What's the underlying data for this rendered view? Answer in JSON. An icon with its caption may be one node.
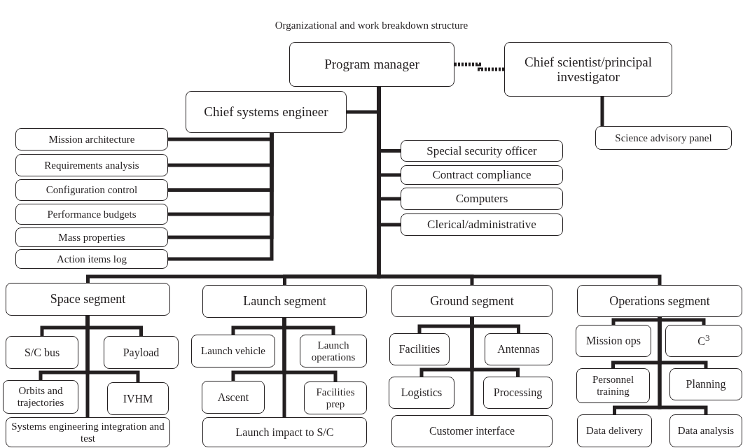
{
  "diagram": {
    "title": "Organizational and work breakdown structure",
    "nodes": [
      {
        "text": [
          "Program manager"
        ]
      },
      {
        "text": [
          "Chief scientist/principal investigator"
        ]
      },
      {
        "text": [
          "Chief systems engineer"
        ]
      },
      {
        "text": [
          "Science advisory panel"
        ]
      },
      {
        "text": [
          "Mission architecture"
        ]
      },
      {
        "text": [
          "Requirements analysis"
        ]
      },
      {
        "text": [
          "Configuration control"
        ]
      },
      {
        "text": [
          "Performance budgets"
        ]
      },
      {
        "text": [
          "Mass properties"
        ]
      },
      {
        "text": [
          "Action items log"
        ]
      },
      {
        "text": [
          "Special security officer"
        ]
      },
      {
        "text": [
          "Contract compliance"
        ]
      },
      {
        "text": [
          "Computers"
        ]
      },
      {
        "text": [
          "Clerical/administrative"
        ]
      },
      {
        "text": [
          "Space segment"
        ]
      },
      {
        "text": [
          "S/C bus"
        ]
      },
      {
        "text": [
          "Payload"
        ]
      },
      {
        "text": [
          "Orbits and trajectories"
        ]
      },
      {
        "text": [
          "IVHM"
        ]
      },
      {
        "text": [
          "Systems engineering integration and test"
        ]
      },
      {
        "text": [
          "Launch segment"
        ]
      },
      {
        "text": [
          "Launch vehicle"
        ]
      },
      {
        "text": [
          "Launch operations"
        ]
      },
      {
        "text": [
          "Ascent"
        ]
      },
      {
        "text": [
          "Facilities prep"
        ]
      },
      {
        "text": [
          "Launch impact to S/C"
        ]
      },
      {
        "text": [
          "Ground segment"
        ]
      },
      {
        "text": [
          "Facilities"
        ]
      },
      {
        "text": [
          "Antennas"
        ]
      },
      {
        "text": [
          "Logistics"
        ]
      },
      {
        "text": [
          "Processing"
        ]
      },
      {
        "text": [
          "Customer interface"
        ]
      },
      {
        "text": [
          "Operations segment"
        ]
      },
      {
        "text": [
          "Mission ops"
        ]
      },
      {
        "text": [
          "C$^{3}$"
        ]
      },
      {
        "text": [
          "Personnel training"
        ]
      },
      {
        "text": [
          "Planning"
        ]
      },
      {
        "text": [
          "Data delivery"
        ]
      },
      {
        "text": [
          "Data analysis"
        ]
      }
    ],
    "edges": [
      {
        "from": 0,
        "to": 1,
        "arrow": "none",
        "style": "dashed"
      },
      {
        "from": 0,
        "to": 2,
        "arrow": "none"
      },
      {
        "from": 0,
        "to": 10,
        "arrow": "none"
      },
      {
        "from": 0,
        "to": 11,
        "arrow": "none"
      },
      {
        "from": 0,
        "to": 12,
        "arrow": "none"
      },
      {
        "from": 0,
        "to": 13,
        "arrow": "none"
      },
      {
        "from": 0,
        "to": 14,
        "arrow": "none"
      },
      {
        "from": 0,
        "to": 20,
        "arrow": "none"
      },
      {
        "from": 0,
        "to": 26,
        "arrow": "none"
      },
      {
        "from": 0,
        "to": 32,
        "arrow": "none"
      },
      {
        "from": 1,
        "to": 3,
        "arrow": "none"
      },
      {
        "from": 2,
        "to": 4,
        "arrow": "none"
      },
      {
        "from": 2,
        "to": 5,
        "arrow": "none"
      },
      {
        "from": 2,
        "to": 6,
        "arrow": "none"
      },
      {
        "from": 2,
        "to": 7,
        "arrow": "none"
      },
      {
        "from": 2,
        "to": 8,
        "arrow": "none"
      },
      {
        "from": 2,
        "to": 9,
        "arrow": "none"
      },
      {
        "from": 14,
        "to": 15,
        "arrow": "none"
      },
      {
        "from": 14,
        "to": 16,
        "arrow": "none"
      },
      {
        "from": 14,
        "to": 17,
        "arrow": "none"
      },
      {
        "from": 14,
        "to": 18,
        "arrow": "none"
      },
      {
        "from": 14,
        "to": 19,
        "arrow": "none"
      },
      {
        "from": 20,
        "to": 21,
        "arrow": "none"
      },
      {
        "from": 20,
        "to": 22,
        "arrow": "none"
      },
      {
        "from": 20,
        "to": 23,
        "arrow": "none"
      },
      {
        "from": 20,
        "to": 24,
        "arrow": "none"
      },
      {
        "from": 20,
        "to": 25,
        "arrow": "none"
      },
      {
        "from": 26,
        "to": 27,
        "arrow": "none"
      },
      {
        "from": 26,
        "to": 28,
        "arrow": "none"
      },
      {
        "from": 26,
        "to": 29,
        "arrow": "none"
      },
      {
        "from": 26,
        "to": 30,
        "arrow": "none"
      },
      {
        "from": 26,
        "to": 31,
        "arrow": "none"
      },
      {
        "from": 32,
        "to": 33,
        "arrow": "none"
      },
      {
        "from": 32,
        "to": 34,
        "arrow": "none"
      },
      {
        "from": 32,
        "to": 35,
        "arrow": "none"
      },
      {
        "from": 32,
        "to": 36,
        "arrow": "none"
      },
      {
        "from": 32,
        "to": 37,
        "arrow": "none"
      },
      {
        "from": 32,
        "to": 38,
        "arrow": "none"
      }
    ]
  }
}
